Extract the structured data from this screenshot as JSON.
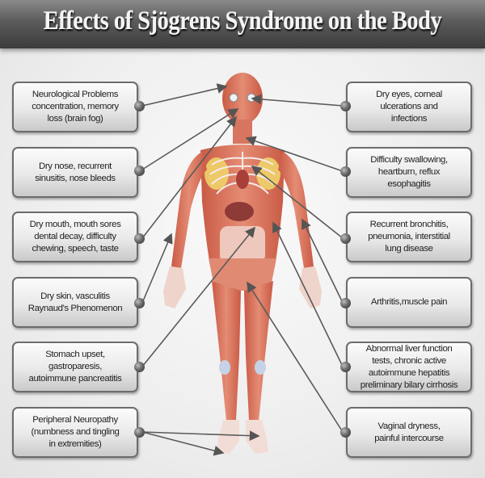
{
  "header": {
    "title": "Effects of Sjögrens Syndrome on the Body"
  },
  "colors": {
    "header_bg": "#4a4a4a",
    "title_text": "#f4f4f4",
    "box_border": "#6c6c6c",
    "muscle": "#d9705a",
    "connector_line": "#555555"
  },
  "left_boxes": [
    {
      "label": "Neurological Problems\nconcentration, memory\nloss (brain fog)",
      "target": "brain"
    },
    {
      "label": "Dry nose, recurrent\nsinusitis, nose bleeds",
      "target": "nose"
    },
    {
      "label": "Dry mouth, mouth sores\ndental decay, difficulty\nchewing, speech, taste",
      "target": "mouth"
    },
    {
      "label": "Dry skin, vasculitis\nRaynaud's Phenomenon",
      "target": "hand"
    },
    {
      "label": "Stomach upset,\ngastroparesis,\nautoimmune pancreatitis",
      "target": "stomach"
    },
    {
      "label": "Peripheral Neuropathy\n(numbness and tingling\nin extremities)",
      "target": "feet"
    }
  ],
  "right_boxes": [
    {
      "label": "Dry eyes, corneal\nulcerations and\ninfections",
      "target": "eye"
    },
    {
      "label": "Difficulty swallowing,\nheartburn, reflux\nesophagitis",
      "target": "throat"
    },
    {
      "label": "Recurrent bronchitis,\npneumonia, interstitial\nlung disease",
      "target": "lungs"
    },
    {
      "label": "Arthritis,muscle pain",
      "target": "elbow"
    },
    {
      "label": "Abnormal liver function\ntests, chronic active\nautoimmune hepatitis\npreliminary bilary cirrhosis",
      "target": "liver"
    },
    {
      "label": "Vaginal dryness,\npainful intercourse",
      "target": "pelvis"
    }
  ]
}
